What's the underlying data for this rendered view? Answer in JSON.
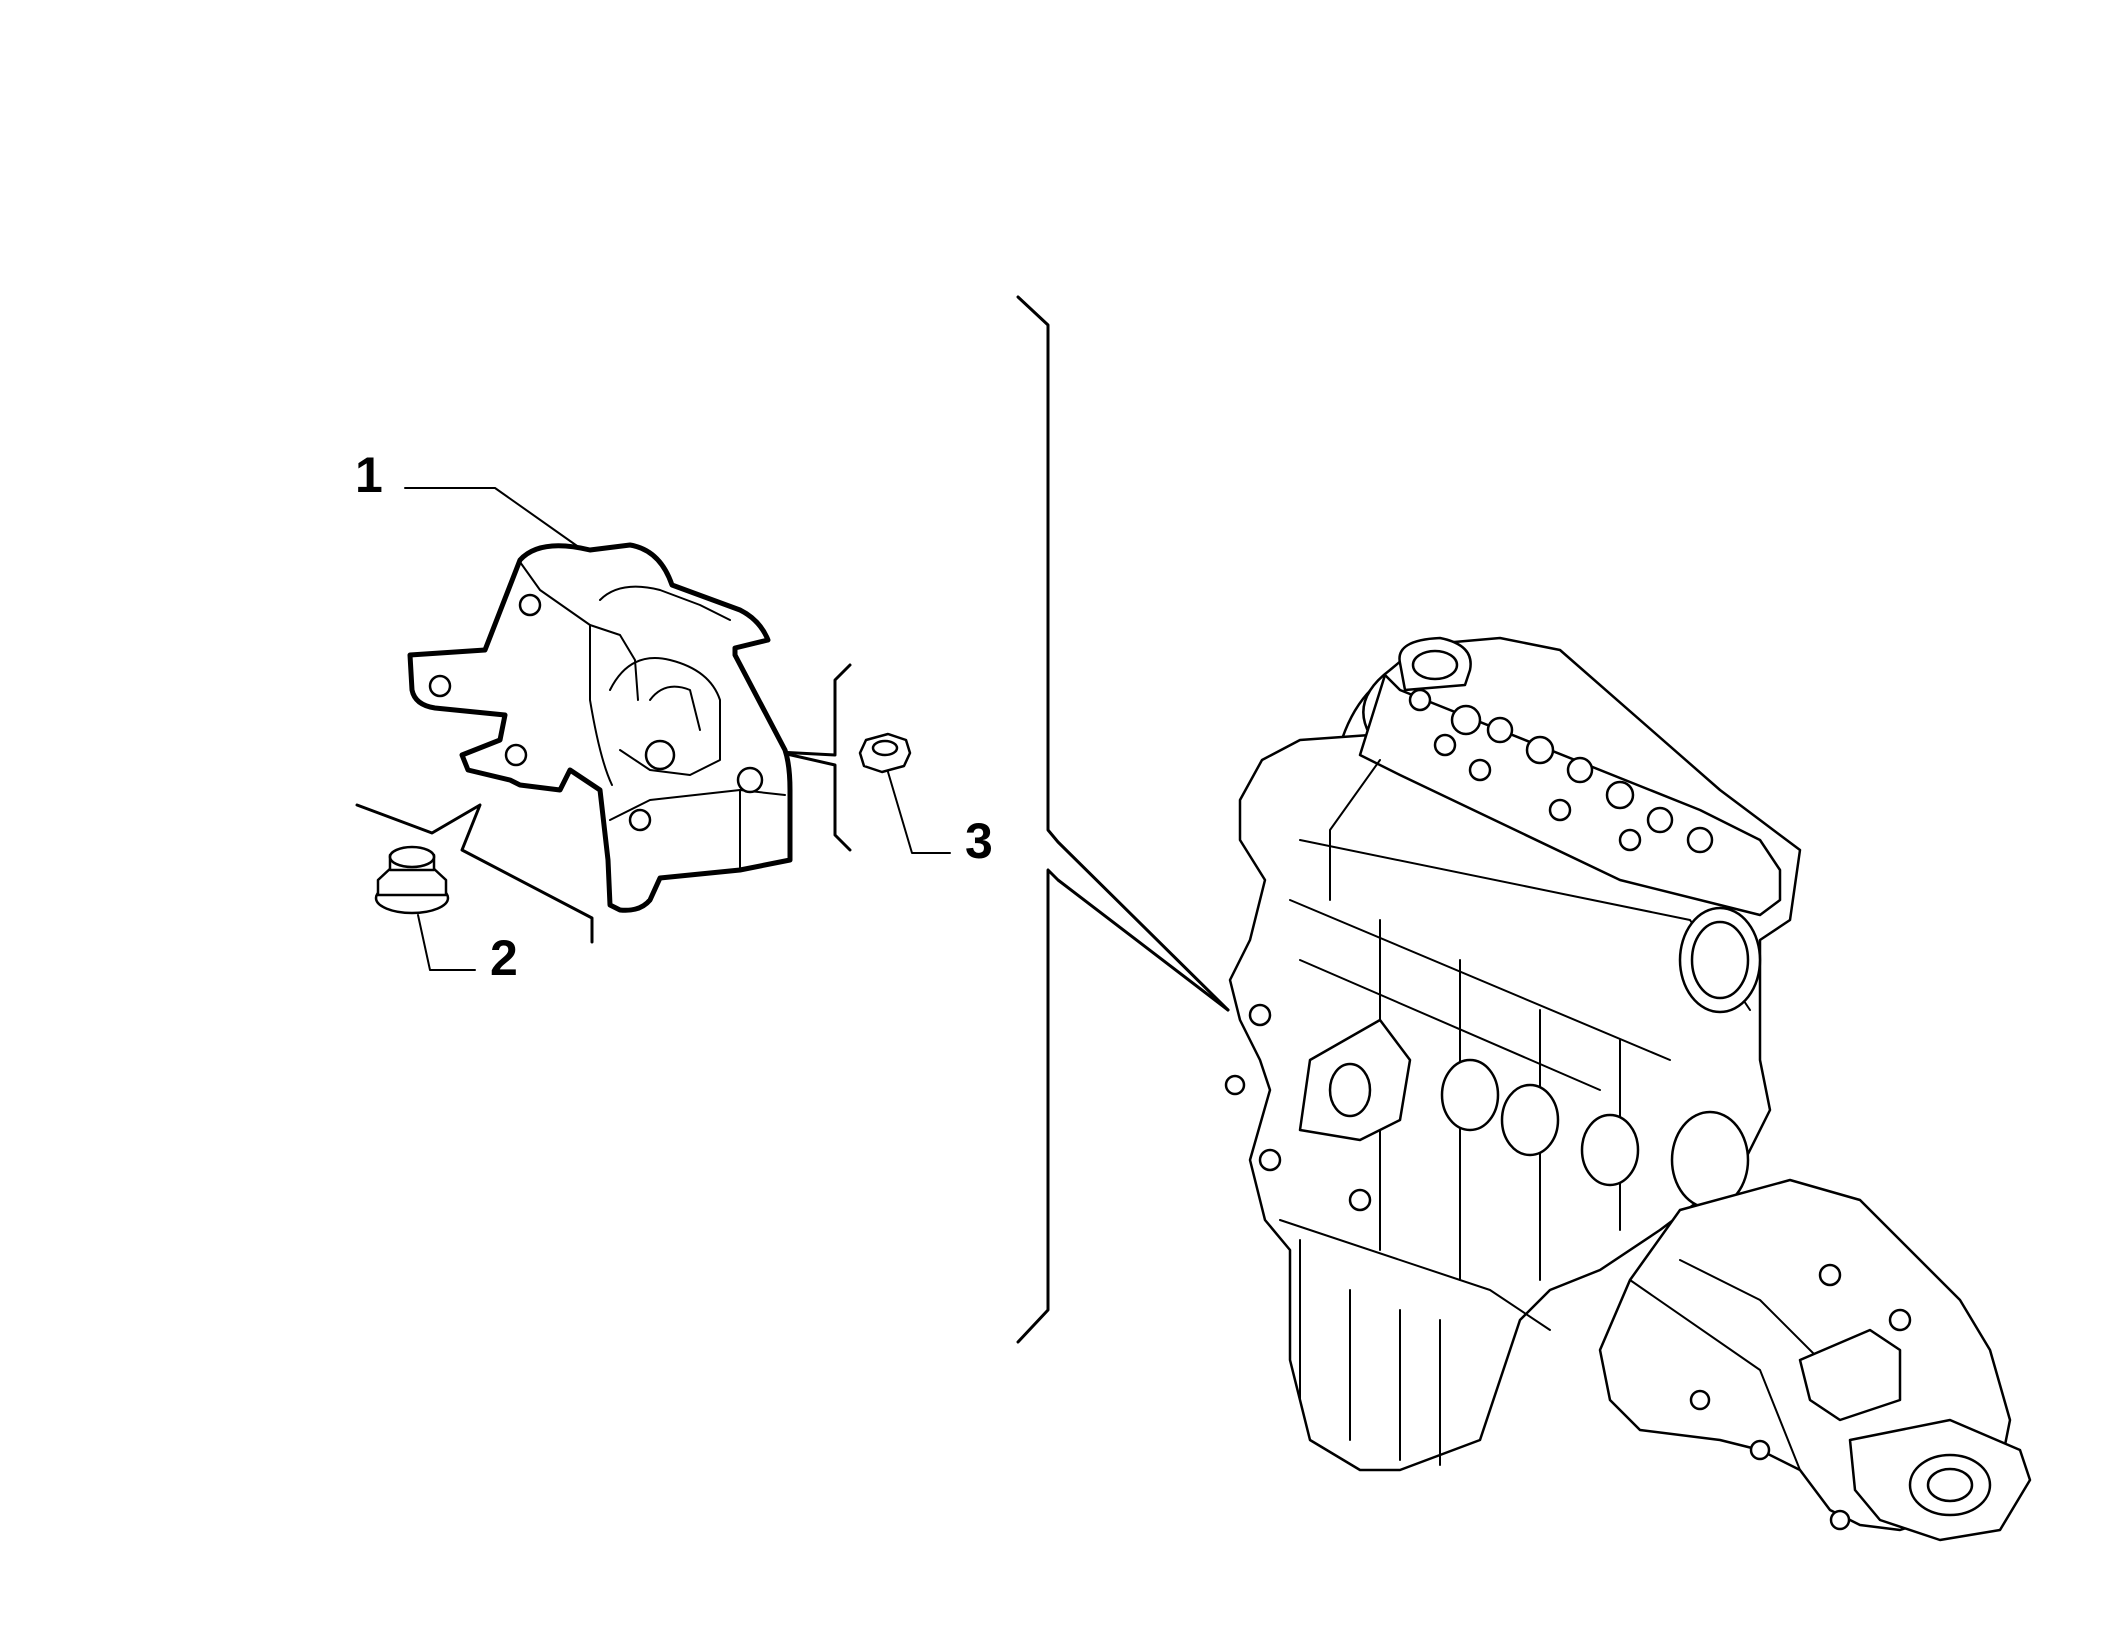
{
  "callouts": [
    {
      "id": "1",
      "label": "1",
      "part": "engine-mount"
    },
    {
      "id": "2",
      "label": "2",
      "part": "flange-nut"
    },
    {
      "id": "3",
      "label": "3",
      "part": "hex-nut"
    }
  ],
  "colors": {
    "line": "#000000",
    "background": "#ffffff"
  }
}
